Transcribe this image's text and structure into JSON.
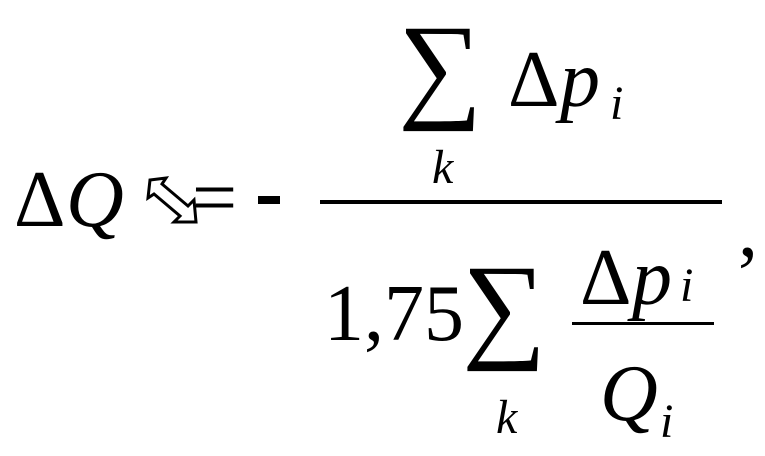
{
  "formula": {
    "lhs": {
      "delta": "Δ",
      "Q": "Q"
    },
    "assign_symbol_icon": "left-arrow-assign-icon",
    "equals": "=",
    "minus": "-",
    "numerator": {
      "sigma": "∑",
      "sum_index": "k",
      "delta": "Δ",
      "p": "p",
      "sub_i": "i"
    },
    "denominator": {
      "coefficient": "1,75",
      "sigma": "∑",
      "sum_index": "k",
      "inner_numerator": {
        "delta": "Δ",
        "p": "p",
        "sub_i": "i"
      },
      "inner_denominator": {
        "Q": "Q",
        "sub_i": "i"
      }
    },
    "trailing_comma": ","
  }
}
